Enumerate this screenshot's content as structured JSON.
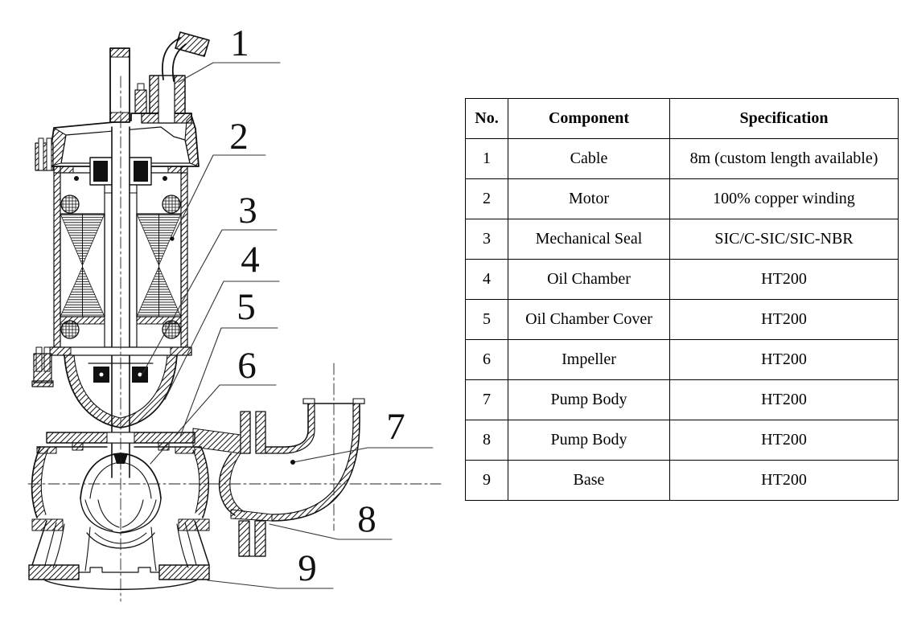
{
  "diagram": {
    "subject": "submersible-sewage-pump-cross-section",
    "line_color": "#111111",
    "background": "#ffffff",
    "callouts": [
      {
        "label": "1"
      },
      {
        "label": "2"
      },
      {
        "label": "3"
      },
      {
        "label": "4"
      },
      {
        "label": "5"
      },
      {
        "label": "6"
      },
      {
        "label": "7"
      },
      {
        "label": "8"
      },
      {
        "label": "9"
      }
    ]
  },
  "table": {
    "headers": [
      "No.",
      "Component",
      "Specification"
    ],
    "rows": [
      [
        "1",
        "Cable",
        "8m (custom length available)"
      ],
      [
        "2",
        "Motor",
        "100% copper winding"
      ],
      [
        "3",
        "Mechanical Seal",
        "SIC/C-SIC/SIC-NBR"
      ],
      [
        "4",
        "Oil Chamber",
        "HT200"
      ],
      [
        "5",
        "Oil Chamber Cover",
        "HT200"
      ],
      [
        "6",
        "Impeller",
        "HT200"
      ],
      [
        "7",
        "Pump Body",
        "HT200"
      ],
      [
        "8",
        "Pump Body",
        "HT200"
      ],
      [
        "9",
        "Base",
        "HT200"
      ]
    ]
  }
}
